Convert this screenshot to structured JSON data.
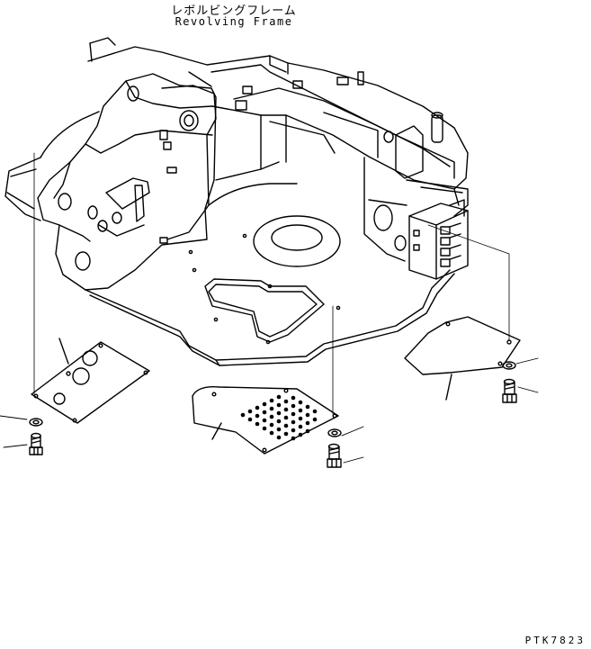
{
  "title": {
    "japanese": "レボルビングフレーム",
    "english": "Revolving Frame"
  },
  "drawing_code": "PTK7823"
}
